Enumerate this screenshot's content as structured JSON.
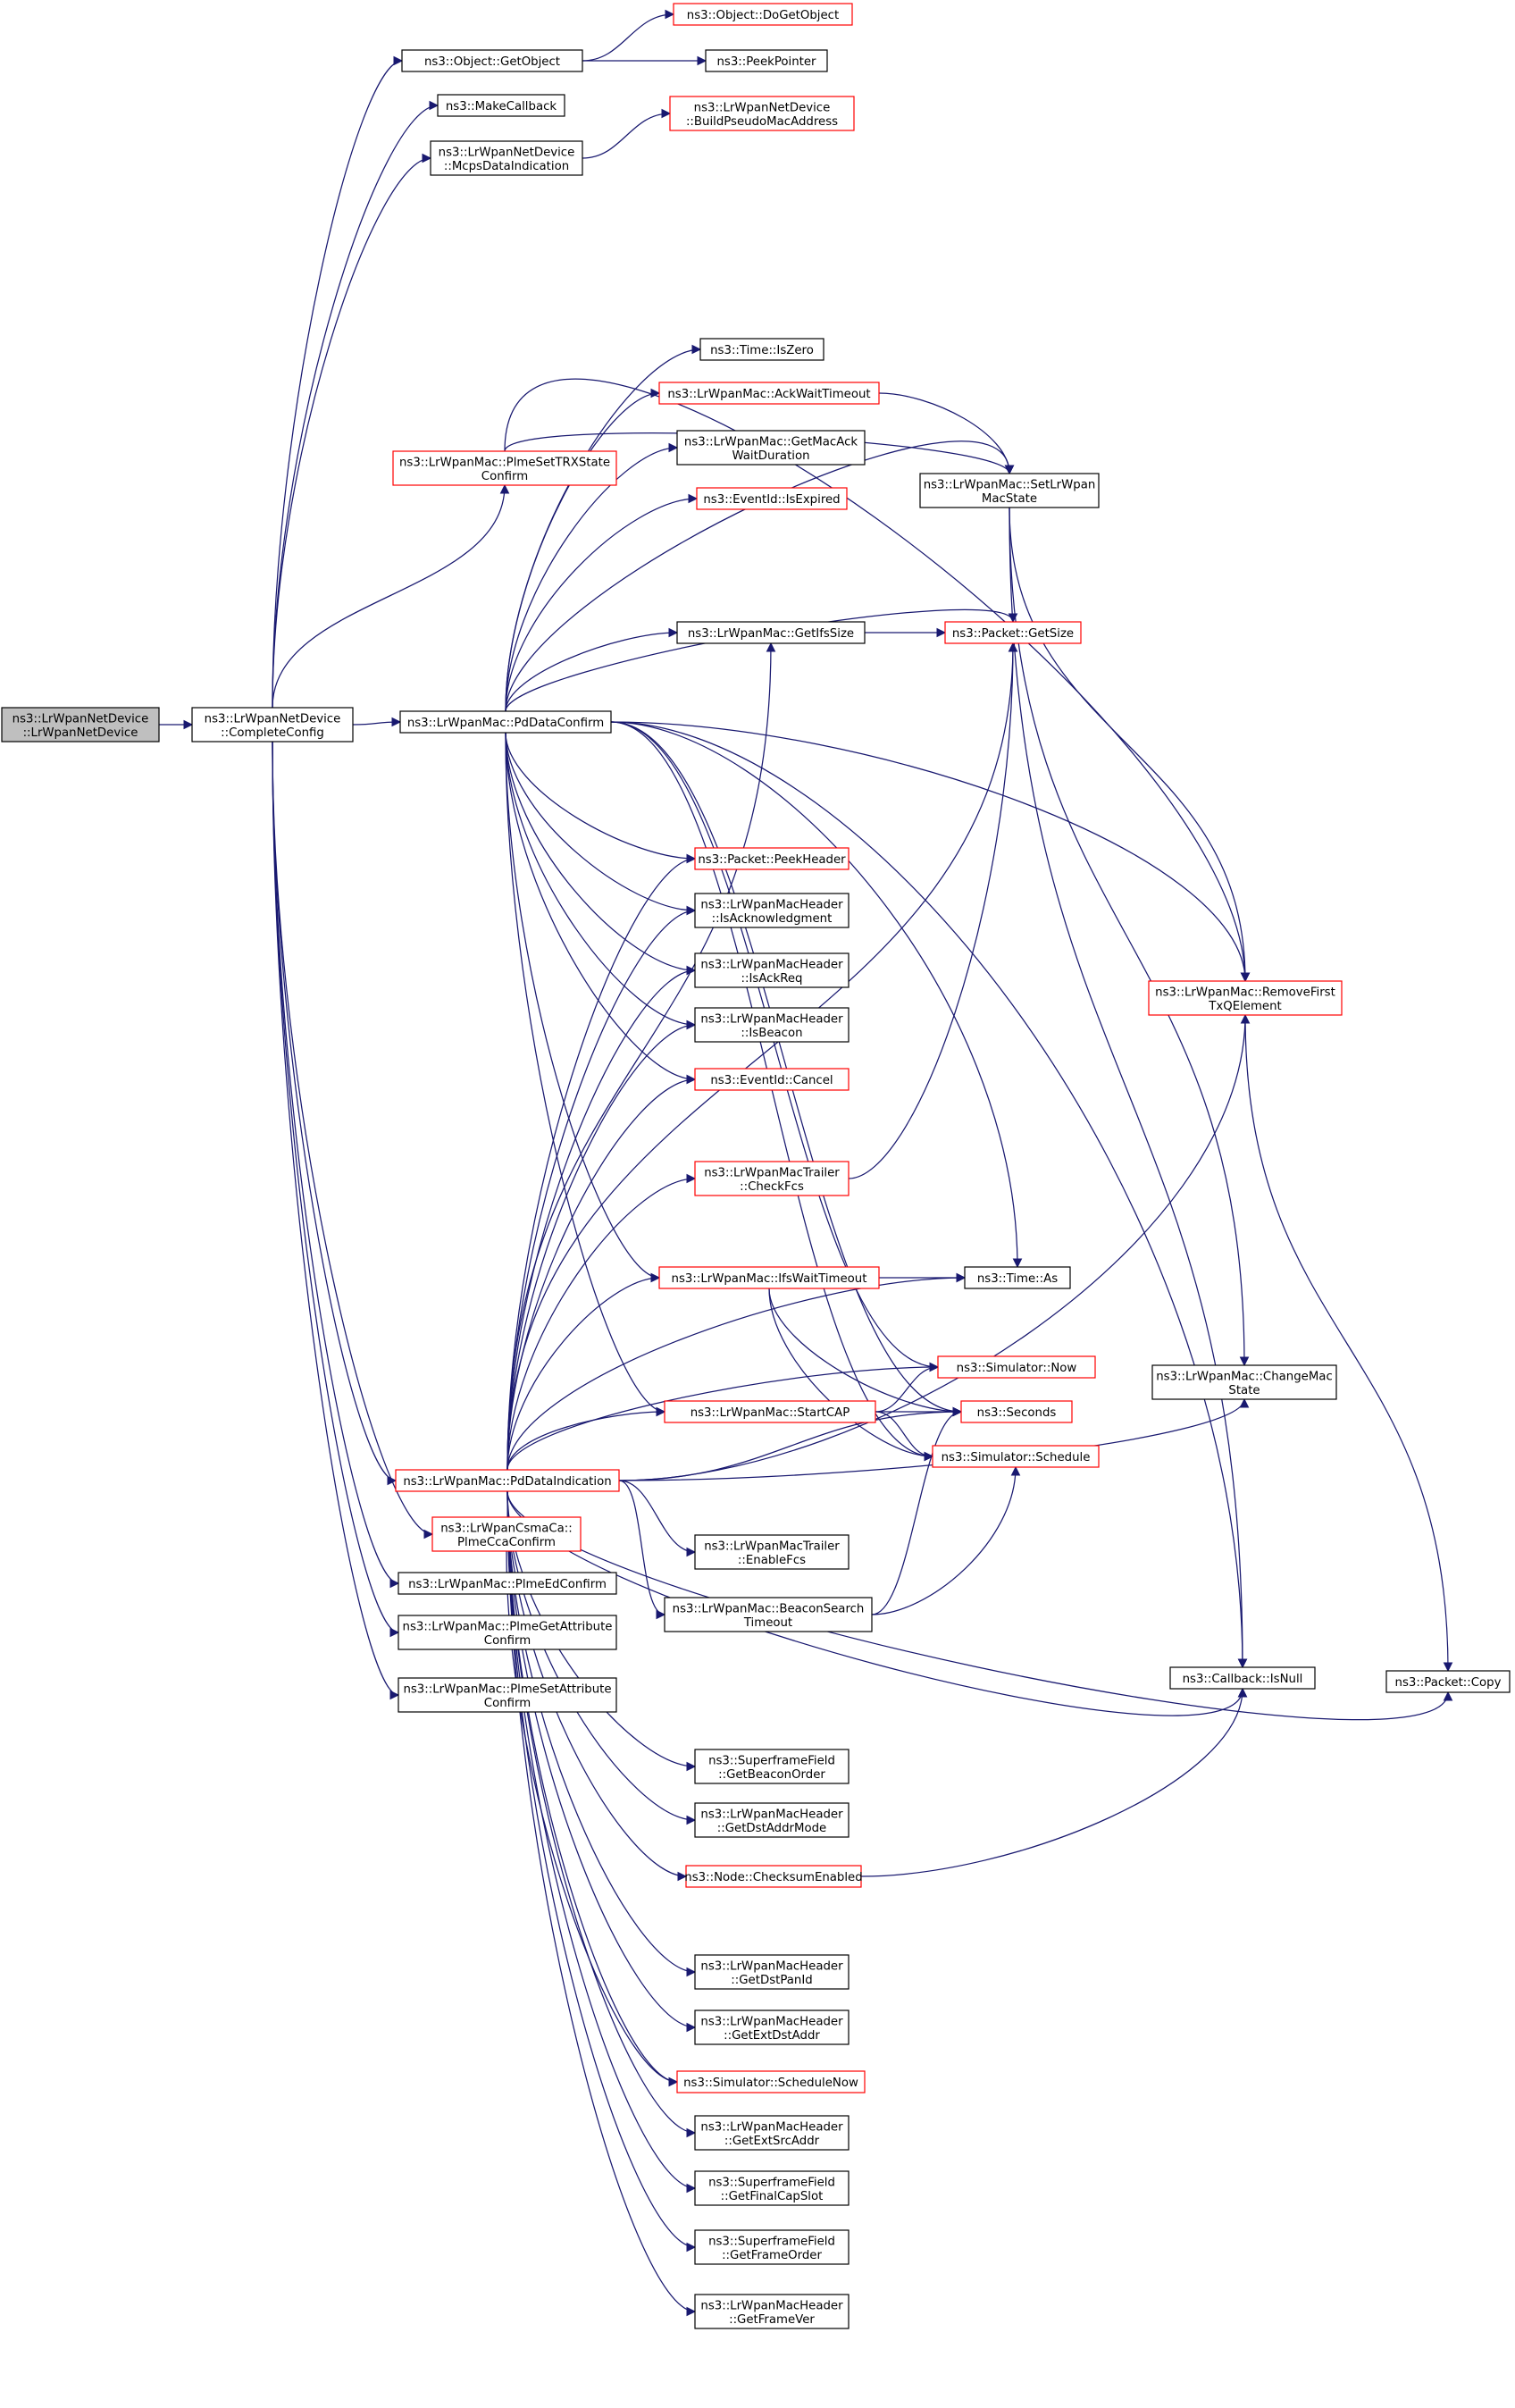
{
  "diagram": {
    "title": "",
    "colors": {
      "edge": "#191970",
      "truncated_border": "#ff0000",
      "root_fill": "#bfbfbf",
      "node_border": "#000000"
    },
    "nodes": [
      {
        "id": "root",
        "lines": [
          "ns3::LrWpanNetDevice",
          "::LrWpanNetDevice"
        ],
        "red": false,
        "root": true
      },
      {
        "id": "complete",
        "lines": [
          "ns3::LrWpanNetDevice",
          "::CompleteConfig"
        ],
        "red": false
      },
      {
        "id": "getobj",
        "lines": [
          "ns3::Object::GetObject"
        ],
        "red": false
      },
      {
        "id": "dogetobj",
        "lines": [
          "ns3::Object::DoGetObject"
        ],
        "red": true
      },
      {
        "id": "peekptr",
        "lines": [
          "ns3::PeekPointer"
        ],
        "red": false
      },
      {
        "id": "makecb",
        "lines": [
          "ns3::MakeCallback"
        ],
        "red": false
      },
      {
        "id": "mcpsdata",
        "lines": [
          "ns3::LrWpanNetDevice",
          "::McpsDataIndication"
        ],
        "red": false
      },
      {
        "id": "buildpseudo",
        "lines": [
          "ns3::LrWpanNetDevice",
          "::BuildPseudoMacAddress"
        ],
        "red": true
      },
      {
        "id": "plmesettrx",
        "lines": [
          "ns3::LrWpanMac::PlmeSetTRXState",
          "Confirm"
        ],
        "red": true
      },
      {
        "id": "iszero",
        "lines": [
          "ns3::Time::IsZero"
        ],
        "red": false
      },
      {
        "id": "ackwait",
        "lines": [
          "ns3::LrWpanMac::AckWaitTimeout"
        ],
        "red": true
      },
      {
        "id": "getmacack",
        "lines": [
          "ns3::LrWpanMac::GetMacAck",
          "WaitDuration"
        ],
        "red": false
      },
      {
        "id": "isexpired",
        "lines": [
          "ns3::EventId::IsExpired"
        ],
        "red": true
      },
      {
        "id": "setstate",
        "lines": [
          "ns3::LrWpanMac::SetLrWpan",
          "MacState"
        ],
        "red": false
      },
      {
        "id": "getifs",
        "lines": [
          "ns3::LrWpanMac::GetIfsSize"
        ],
        "red": false
      },
      {
        "id": "getsize",
        "lines": [
          "ns3::Packet::GetSize"
        ],
        "red": true
      },
      {
        "id": "pddataconfirm",
        "lines": [
          "ns3::LrWpanMac::PdDataConfirm"
        ],
        "red": false
      },
      {
        "id": "peekheader",
        "lines": [
          "ns3::Packet::PeekHeader"
        ],
        "red": true
      },
      {
        "id": "isack",
        "lines": [
          "ns3::LrWpanMacHeader",
          "::IsAcknowledgment"
        ],
        "red": false
      },
      {
        "id": "isackreq",
        "lines": [
          "ns3::LrWpanMacHeader",
          "::IsAckReq"
        ],
        "red": false
      },
      {
        "id": "isbeacon",
        "lines": [
          "ns3::LrWpanMacHeader",
          "::IsBeacon"
        ],
        "red": false
      },
      {
        "id": "cancel",
        "lines": [
          "ns3::EventId::Cancel"
        ],
        "red": true
      },
      {
        "id": "removefirst",
        "lines": [
          "ns3::LrWpanMac::RemoveFirst",
          "TxQElement"
        ],
        "red": true
      },
      {
        "id": "checkfcs",
        "lines": [
          "ns3::LrWpanMacTrailer",
          "::CheckFcs"
        ],
        "red": true
      },
      {
        "id": "ifswait",
        "lines": [
          "ns3::LrWpanMac::IfsWaitTimeout"
        ],
        "red": true
      },
      {
        "id": "timeas",
        "lines": [
          "ns3::Time::As"
        ],
        "red": false
      },
      {
        "id": "simnow",
        "lines": [
          "ns3::Simulator::Now"
        ],
        "red": true
      },
      {
        "id": "changemac",
        "lines": [
          "ns3::LrWpanMac::ChangeMac",
          "State"
        ],
        "red": false
      },
      {
        "id": "startcap",
        "lines": [
          "ns3::LrWpanMac::StartCAP"
        ],
        "red": true
      },
      {
        "id": "seconds",
        "lines": [
          "ns3::Seconds"
        ],
        "red": true
      },
      {
        "id": "schedule",
        "lines": [
          "ns3::Simulator::Schedule"
        ],
        "red": true
      },
      {
        "id": "pddataind",
        "lines": [
          "ns3::LrWpanMac::PdDataIndication"
        ],
        "red": true
      },
      {
        "id": "plmecca",
        "lines": [
          "ns3::LrWpanCsmaCa::",
          "PlmeCcaConfirm"
        ],
        "red": true
      },
      {
        "id": "enablefcs",
        "lines": [
          "ns3::LrWpanMacTrailer",
          "::EnableFcs"
        ],
        "red": false
      },
      {
        "id": "plmeed",
        "lines": [
          "ns3::LrWpanMac::PlmeEdConfirm"
        ],
        "red": false
      },
      {
        "id": "beaconsearch",
        "lines": [
          "ns3::LrWpanMac::BeaconSearch",
          "Timeout"
        ],
        "red": false
      },
      {
        "id": "plmeget",
        "lines": [
          "ns3::LrWpanMac::PlmeGetAttribute",
          "Confirm"
        ],
        "red": false
      },
      {
        "id": "plmeset",
        "lines": [
          "ns3::LrWpanMac::PlmeSetAttribute",
          "Confirm"
        ],
        "red": false
      },
      {
        "id": "isnull",
        "lines": [
          "ns3::Callback::IsNull"
        ],
        "red": false
      },
      {
        "id": "pktcopy",
        "lines": [
          "ns3::Packet::Copy"
        ],
        "red": false
      },
      {
        "id": "getbeaconorder",
        "lines": [
          "ns3::SuperframeField",
          "::GetBeaconOrder"
        ],
        "red": false
      },
      {
        "id": "getdstaddrmode",
        "lines": [
          "ns3::LrWpanMacHeader",
          "::GetDstAddrMode"
        ],
        "red": false
      },
      {
        "id": "checksum",
        "lines": [
          "ns3::Node::ChecksumEnabled"
        ],
        "red": true
      },
      {
        "id": "getdstpan",
        "lines": [
          "ns3::LrWpanMacHeader",
          "::GetDstPanId"
        ],
        "red": false
      },
      {
        "id": "getextdst",
        "lines": [
          "ns3::LrWpanMacHeader",
          "::GetExtDstAddr"
        ],
        "red": false
      },
      {
        "id": "schednow",
        "lines": [
          "ns3::Simulator::ScheduleNow"
        ],
        "red": true
      },
      {
        "id": "getextsrc",
        "lines": [
          "ns3::LrWpanMacHeader",
          "::GetExtSrcAddr"
        ],
        "red": false
      },
      {
        "id": "getfinalcap",
        "lines": [
          "ns3::SuperframeField",
          "::GetFinalCapSlot"
        ],
        "red": false
      },
      {
        "id": "getframeorder",
        "lines": [
          "ns3::SuperframeField",
          "::GetFrameOrder"
        ],
        "red": false
      },
      {
        "id": "getframever",
        "lines": [
          "ns3::LrWpanMacHeader",
          "::GetFrameVer"
        ],
        "red": false
      }
    ]
  }
}
